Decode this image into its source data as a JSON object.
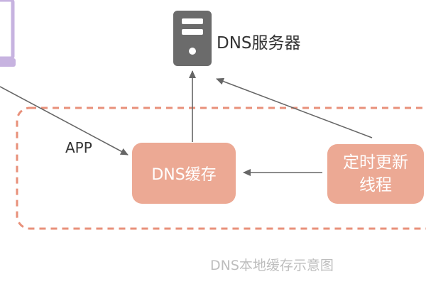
{
  "colors": {
    "node_fill": "#eca994",
    "node_text": "#ffffff",
    "dashed_border": "#e8907a",
    "arrow": "#666666",
    "server_icon": "#6b6b6b",
    "laptop_icon": "#c7b3e0",
    "caption": "#bdbdbd"
  },
  "icons": {
    "server": "server-icon",
    "laptop": "laptop-icon"
  },
  "labels": {
    "server": "DNS服务器",
    "app": "APP"
  },
  "nodes": {
    "cache": "DNS缓存",
    "updater_line1": "定时更新",
    "updater_line2": "线程"
  },
  "caption": "DNS本地缓存示意图"
}
